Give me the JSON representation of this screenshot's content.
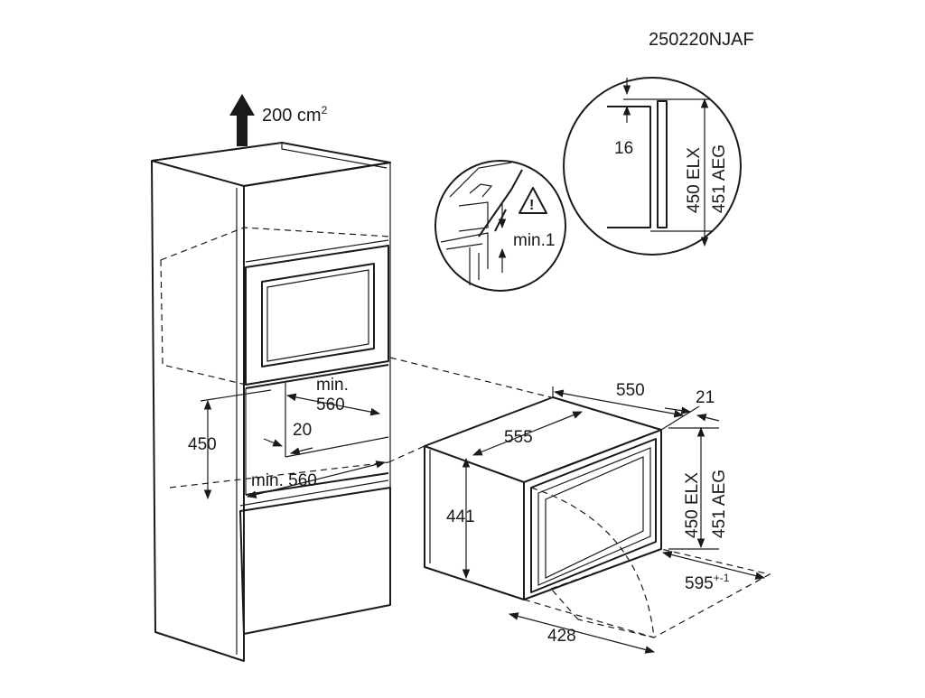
{
  "doc": {
    "code": "250220NJAF"
  },
  "vent": {
    "label": "200 cm",
    "sup": "2"
  },
  "cabinet_dims": {
    "min_width_upper": [
      "min.",
      "560"
    ],
    "gap": "20",
    "height": "450",
    "min_width_lower": "min. 560"
  },
  "oven_dims": {
    "depth_total": "550",
    "front": "21",
    "depth": "555",
    "inner_height": "441",
    "height_elx": "450 ELX",
    "height_aeg": "451 AEG",
    "width": "595",
    "width_tol": "+-1",
    "door_swing": "428"
  },
  "detail_left": {
    "min_gap": "min.1",
    "warning_symbol": "!"
  },
  "detail_right": {
    "offset": "16",
    "height_elx": "450 ELX",
    "height_aeg": "451 AEG"
  }
}
